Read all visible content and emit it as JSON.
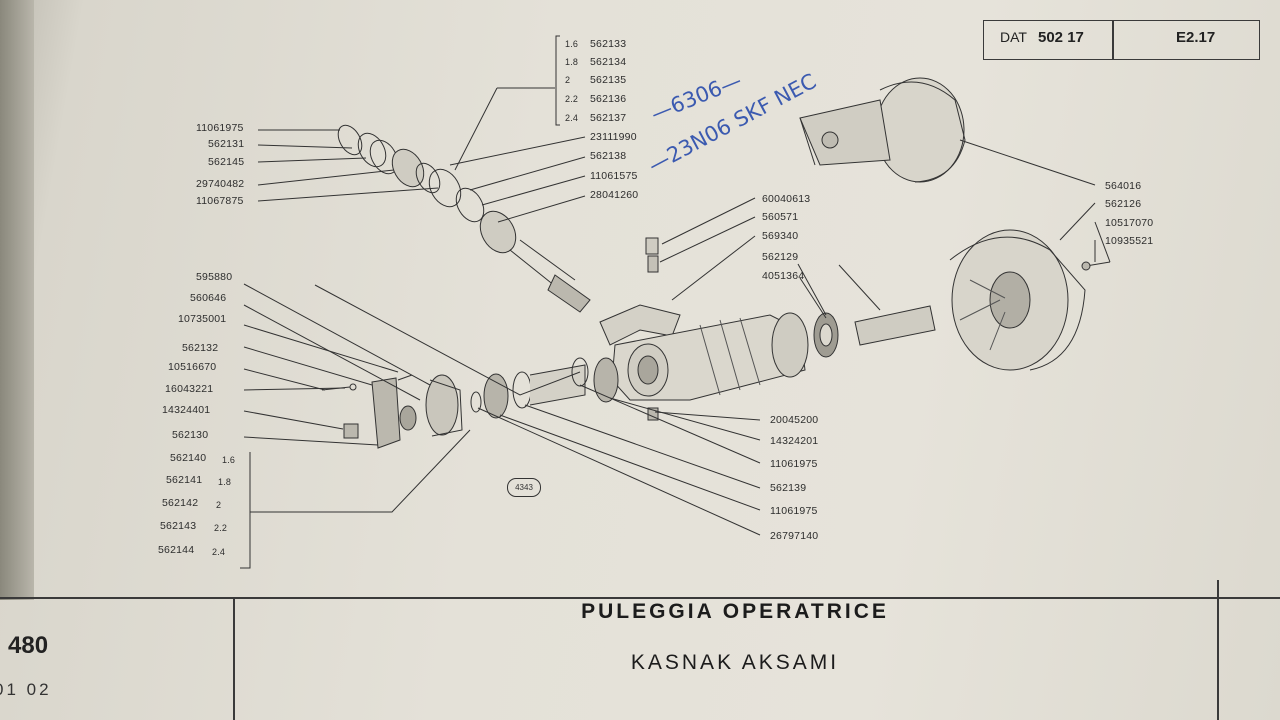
{
  "header": {
    "dat_label": "DAT",
    "dat_number": "502 17",
    "sheet": "E2.17"
  },
  "title": {
    "main": "PULEGGIA OPERATRICE",
    "subtitle": "KASNAK AKSAMI"
  },
  "footer": {
    "model": "480",
    "revision": "01 02"
  },
  "figure_id": "4343",
  "handwritten": {
    "line1": "—6306—",
    "line2": "—23N06 SKF NEC"
  },
  "part_groups": {
    "top_spacers": [
      {
        "size": "1.6",
        "part": "562133"
      },
      {
        "size": "1.8",
        "part": "562134"
      },
      {
        "size": "2",
        "part": "562135"
      },
      {
        "size": "2.2",
        "part": "562136"
      },
      {
        "size": "2.4",
        "part": "562137"
      }
    ],
    "bottom_spacers": [
      {
        "part": "562140",
        "size": "1.6"
      },
      {
        "part": "562141",
        "size": "1.8"
      },
      {
        "part": "562142",
        "size": "2"
      },
      {
        "part": "562143",
        "size": "2.2"
      },
      {
        "part": "562144",
        "size": "2.4"
      }
    ]
  },
  "labels": {
    "l1": "11061975",
    "l2": "562131",
    "l3": "562145",
    "l4": "29740482",
    "l5": "11067875",
    "c1": "23111990",
    "c2": "562138",
    "c3": "11061575",
    "c4": "28041260",
    "m1": "60040613",
    "m2": "560571",
    "m3": "569340",
    "m4": "562129",
    "m5": "4051364",
    "r1": "564016",
    "r2": "562126",
    "r3": "10517070",
    "r4": "10935521",
    "b1": "595880",
    "b2": "560646",
    "b3": "10735001",
    "b4": "562132",
    "b5": "10516670",
    "b6": "16043221",
    "b7": "14324401",
    "b8": "562130",
    "d1": "20045200",
    "d2": "14324201",
    "d3": "11061975",
    "d4": "562139",
    "d5": "11061975",
    "d6": "26797140"
  },
  "colors": {
    "paper": "#e4e1d8",
    "ink": "#2d2d2d",
    "handwriting": "#3b5ab0"
  }
}
